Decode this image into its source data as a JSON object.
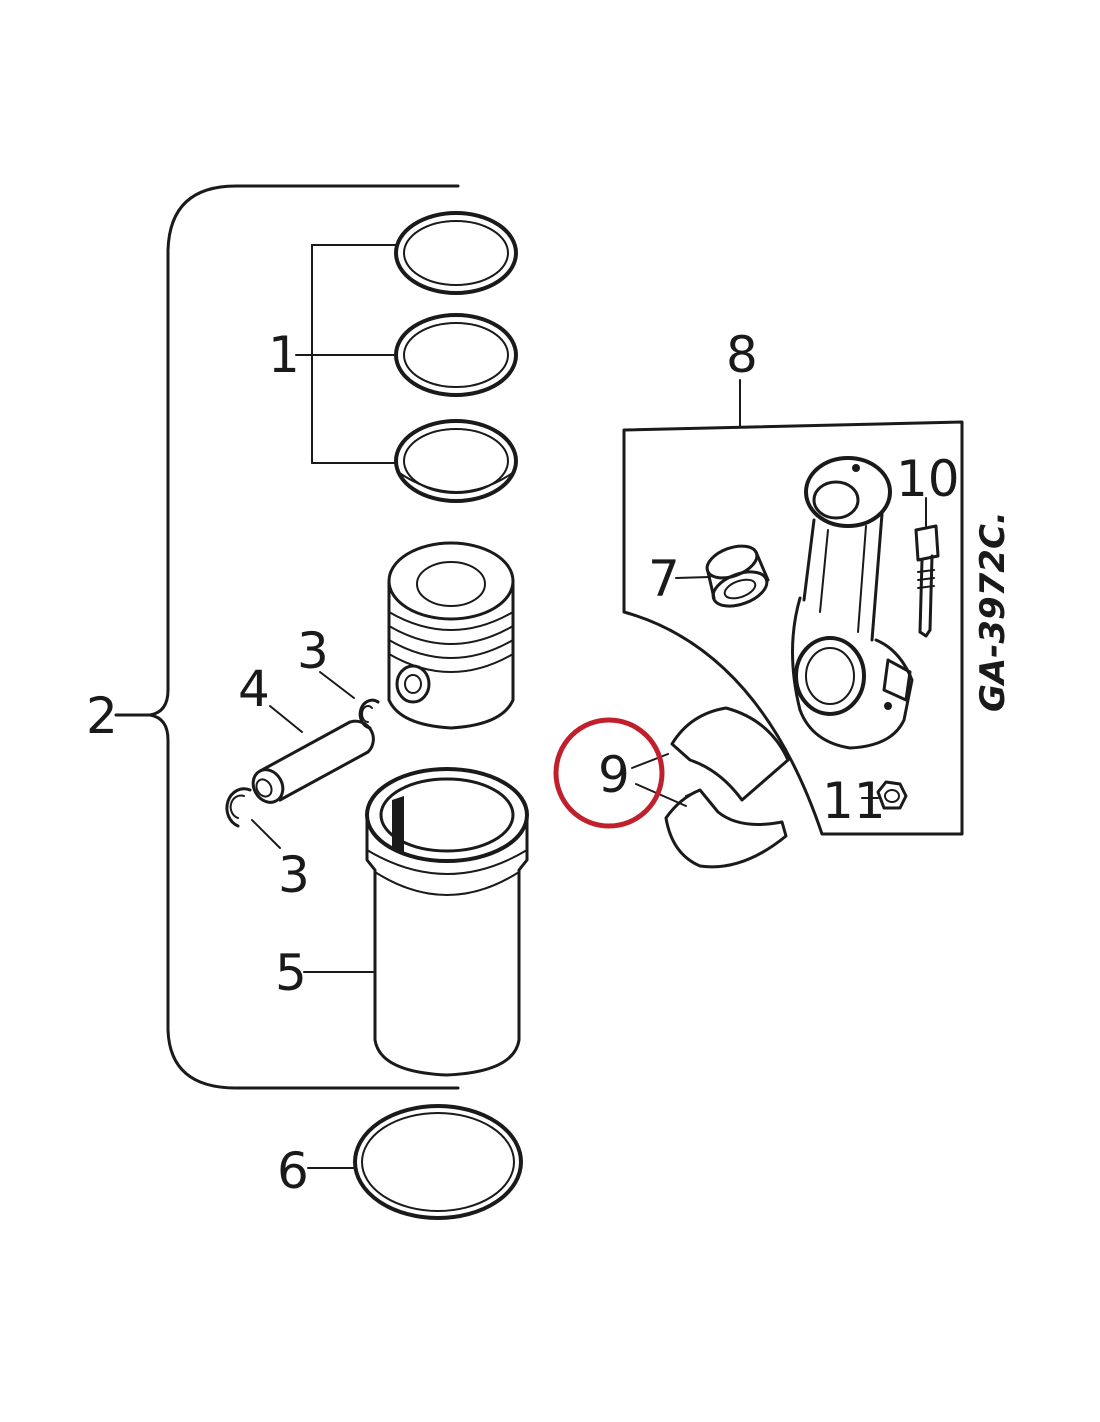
{
  "diagram": {
    "callouts": {
      "c1": "1",
      "c2": "2",
      "c3a": "3",
      "c3b": "3",
      "c4": "4",
      "c5": "5",
      "c6": "6",
      "c7": "7",
      "c8": "8",
      "c9": "9",
      "c10": "10",
      "c11": "11"
    },
    "drawing_code": "GA-3972C.",
    "highlight": {
      "callout": "9",
      "color": "#c0202c"
    },
    "parts": [
      "piston-ring",
      "piston",
      "snap-ring",
      "piston-pin",
      "cylinder-liner",
      "liner-seal-ring",
      "bushing",
      "connecting-rod",
      "bearing-shells",
      "rod-bolt",
      "rod-nut"
    ]
  }
}
